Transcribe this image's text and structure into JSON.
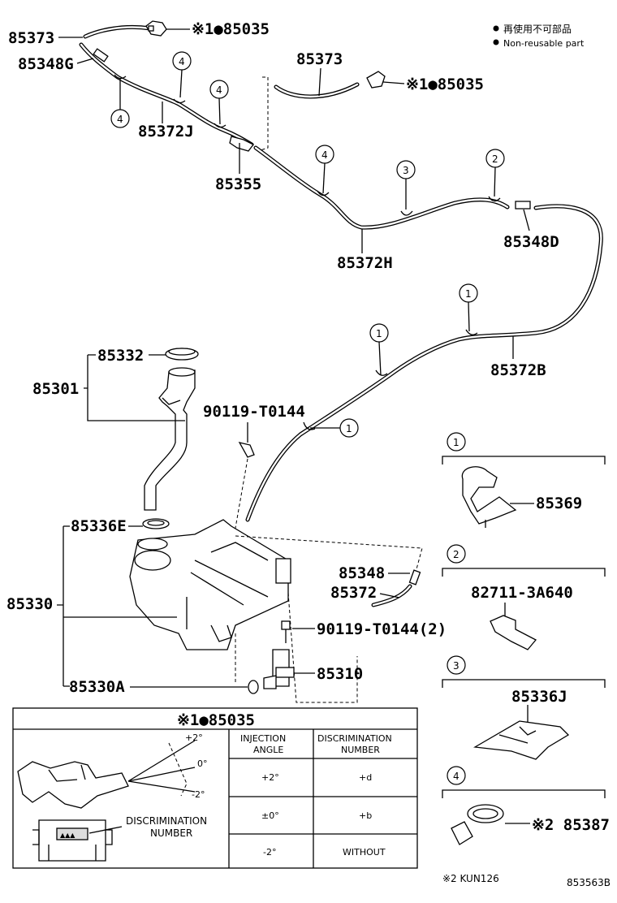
{
  "legend": {
    "reuse_ja": "再使用不可部品",
    "reuse_en": "Non-reusable part"
  },
  "labels": {
    "p85373_a": "85373",
    "p85035_a": "※1●85035",
    "p85348G": "85348G",
    "p85372J": "85372J",
    "p85355": "85355",
    "p85373_b": "85373",
    "p85035_b": "※1●85035",
    "p85372H": "85372H",
    "p85348D": "85348D",
    "p85372B": "85372B",
    "p85332": "85332",
    "p85301": "85301",
    "p90119a": "90119-T0144",
    "p85336E": "85336E",
    "p85330": "85330",
    "p85348": "85348",
    "p85372": "85372",
    "p90119b": "90119-T0144(2)",
    "p85310": "85310",
    "p85330A": "85330A"
  },
  "callouts": {
    "c4a": "4",
    "c4b": "4",
    "c4c": "4",
    "c4d": "4",
    "c3": "3",
    "c2": "2",
    "c1a": "1",
    "c1b": "1",
    "c1c": "1"
  },
  "clip_panels": [
    {
      "num": "1",
      "part": "85369"
    },
    {
      "num": "2",
      "part": "82711-3A640"
    },
    {
      "num": "3",
      "part": "85336J"
    },
    {
      "num": "4",
      "part": "※2 85387"
    }
  ],
  "nozzle_table": {
    "title": "※1●85035",
    "angle_marks": [
      "+2°",
      "0°",
      "-2°"
    ],
    "disc_label_1": "DISCRIMINATION",
    "disc_label_2": "NUMBER",
    "col_angle_1": "INJECTION",
    "col_angle_2": "ANGLE",
    "col_disc_1": "DISCRIMINATION",
    "col_disc_2": "NUMBER",
    "rows": [
      {
        "angle": "+2°",
        "disc": "+d"
      },
      {
        "angle": "±0°",
        "disc": "+b"
      },
      {
        "angle": "-2°",
        "disc": "WITHOUT"
      }
    ]
  },
  "footnote": "※2 KUN126",
  "figure_id": "853563B"
}
